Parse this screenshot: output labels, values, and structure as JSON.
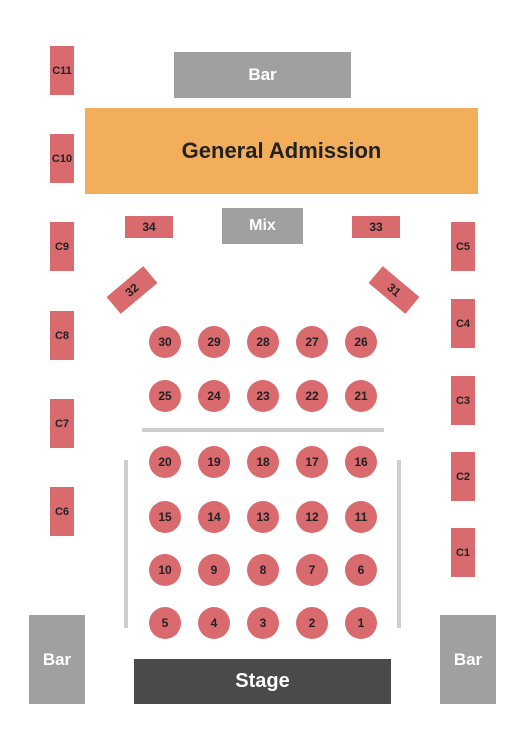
{
  "bars": {
    "top": "Bar",
    "left": "Bar",
    "right": "Bar"
  },
  "general_admission": "General Admission",
  "mix": "Mix",
  "stage": "Stage",
  "sections": {
    "s34": "34",
    "s33": "33",
    "s32": "32",
    "s31": "31"
  },
  "left_boxes": [
    "C11",
    "C10",
    "C9",
    "C8",
    "C7",
    "C6"
  ],
  "right_boxes": [
    "C5",
    "C4",
    "C3",
    "C2",
    "C1"
  ],
  "tables": {
    "row1": [
      "30",
      "29",
      "28",
      "27",
      "26"
    ],
    "row2": [
      "25",
      "24",
      "23",
      "22",
      "21"
    ],
    "row3": [
      "20",
      "19",
      "18",
      "17",
      "16"
    ],
    "row4": [
      "15",
      "14",
      "13",
      "12",
      "11"
    ],
    "row5": [
      "10",
      "9",
      "8",
      "7",
      "6"
    ],
    "row6": [
      "5",
      "4",
      "3",
      "2",
      "1"
    ]
  },
  "colors": {
    "section": "#d96a6e",
    "general_admission": "#f3ae5b",
    "bar": "#a0a0a0",
    "stage": "#4a4a4a"
  }
}
